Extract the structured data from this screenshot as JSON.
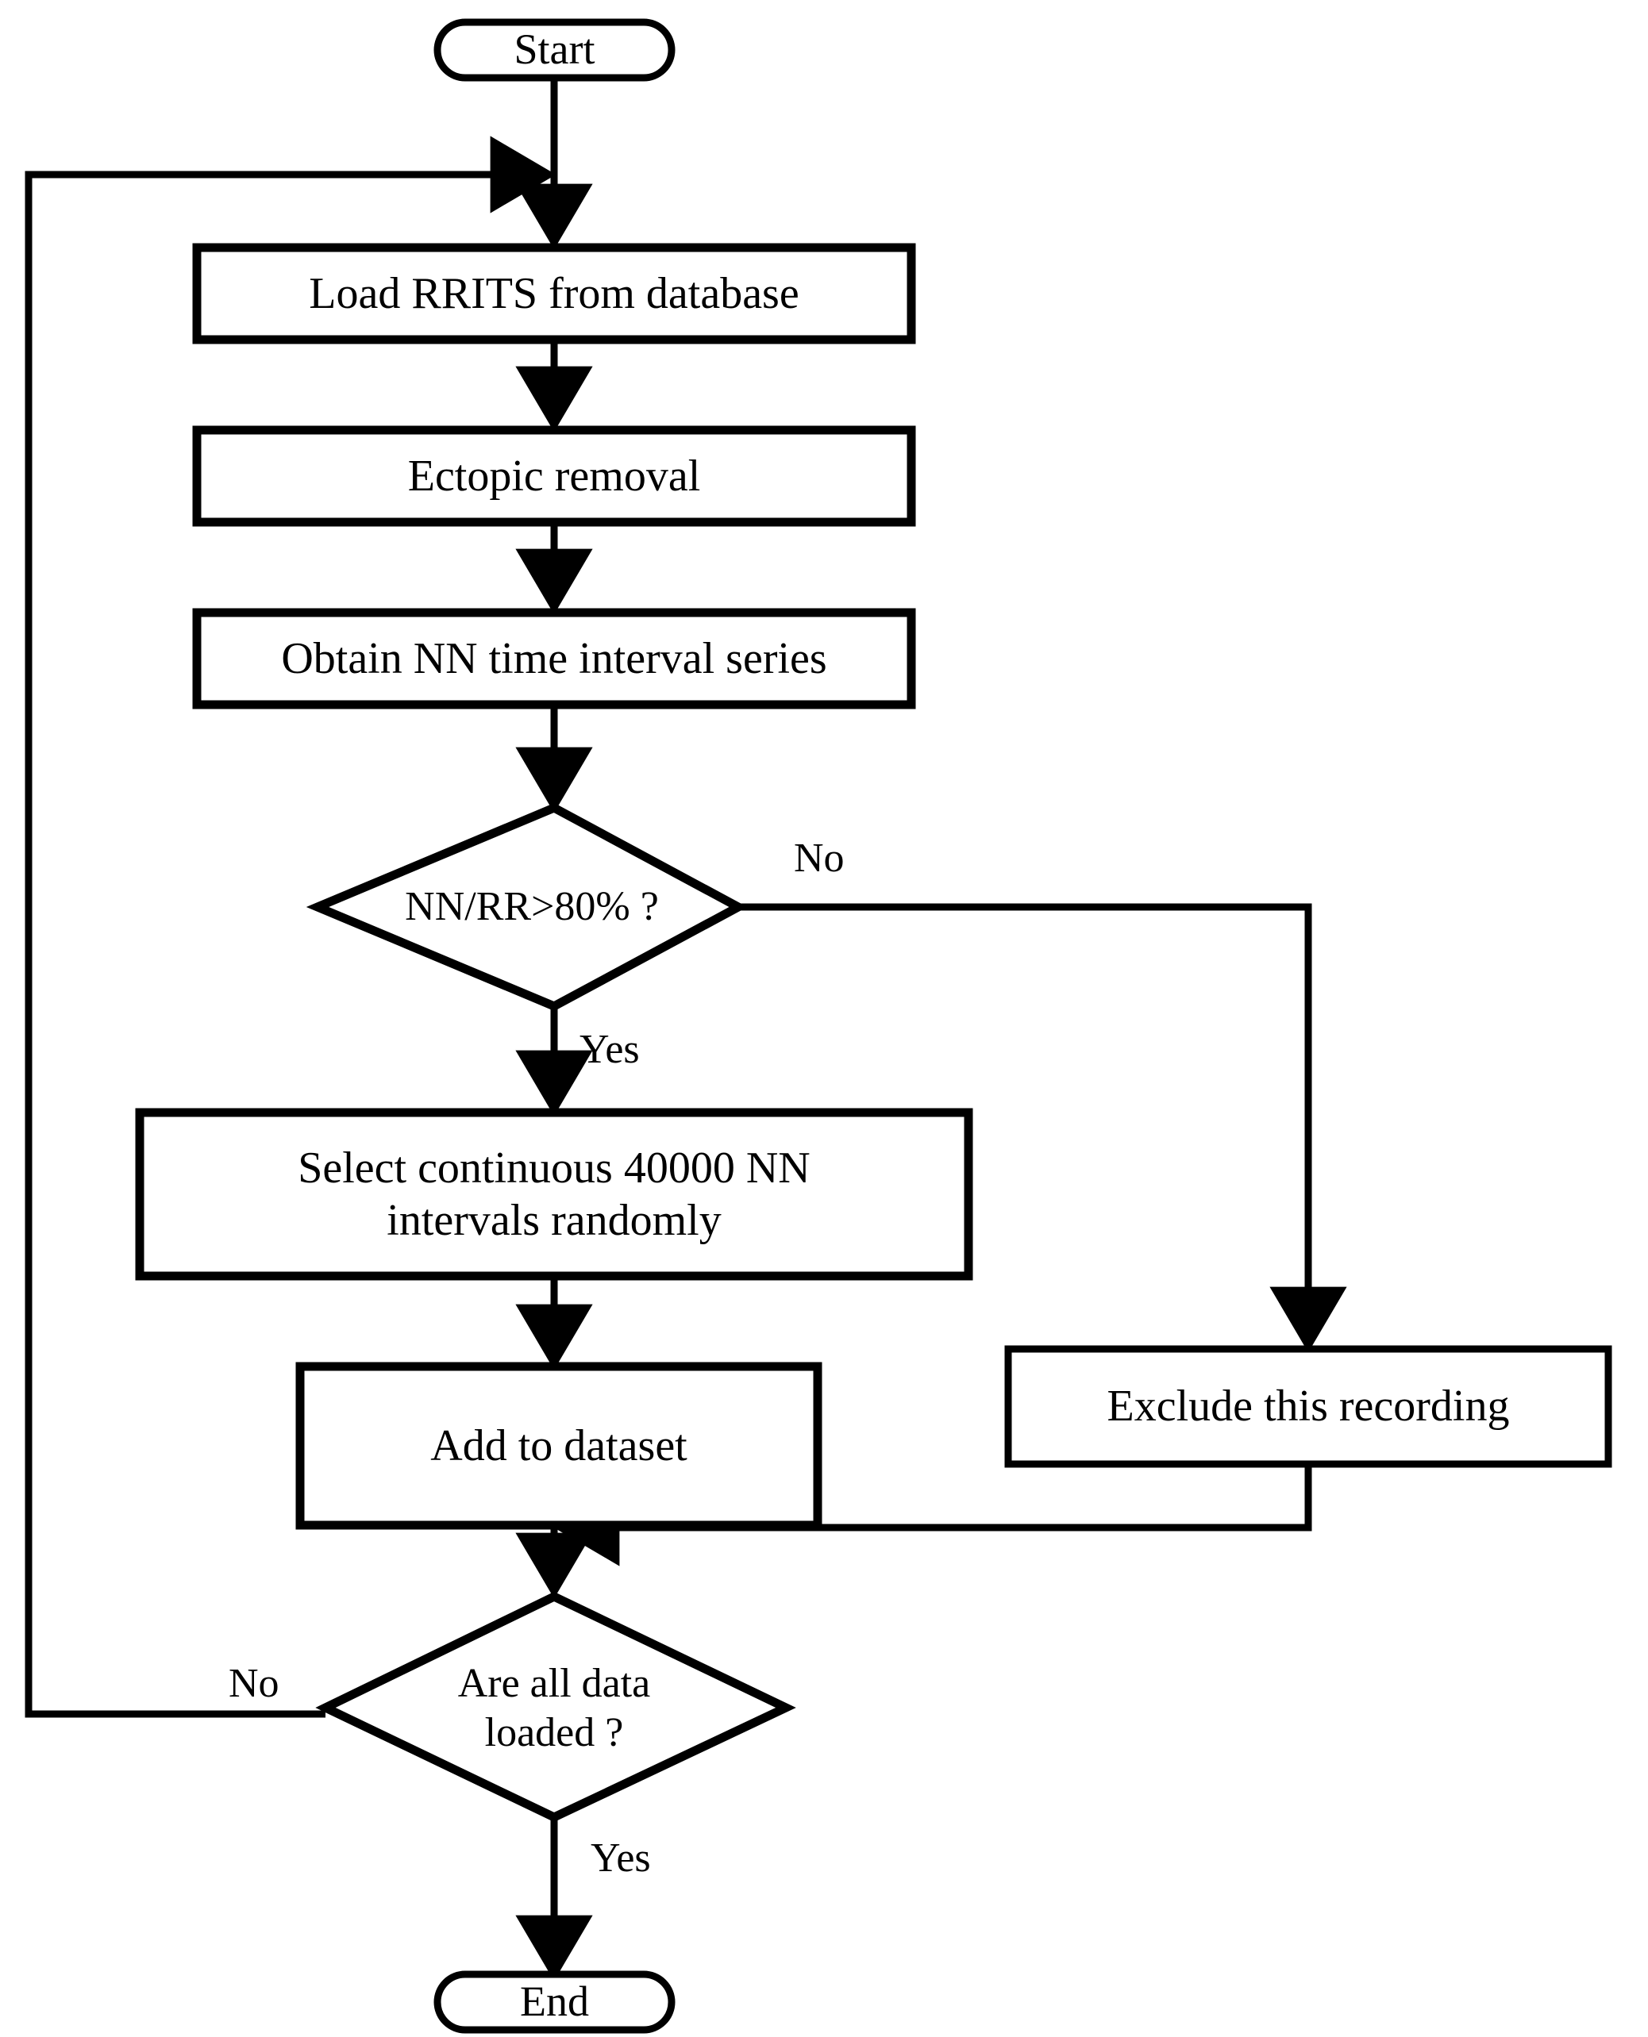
{
  "diagram": {
    "title": "RRITS dataset construction flowchart",
    "type": "flowchart",
    "stroke_color": "#000000",
    "fill_color": "#ffffff",
    "background": "#ffffff"
  },
  "nodes": {
    "start": {
      "label": "Start",
      "shape": "terminator"
    },
    "load": {
      "label": "Load RRITS from database",
      "shape": "process"
    },
    "ectopic": {
      "label": "Ectopic removal",
      "shape": "process"
    },
    "obtain": {
      "label": "Obtain NN time interval series",
      "shape": "process"
    },
    "ratio_decision": {
      "label": "NN/RR>80%  ?",
      "shape": "decision"
    },
    "select": {
      "label": "Select continuous 40000 NN\nintervals randomly",
      "shape": "process"
    },
    "add": {
      "label": "Add to dataset",
      "shape": "process"
    },
    "exclude": {
      "label": "Exclude this recording",
      "shape": "process"
    },
    "loaded_decision": {
      "label": "Are all data\nloaded ?",
      "shape": "decision"
    },
    "end": {
      "label": "End",
      "shape": "terminator"
    }
  },
  "edge_labels": {
    "ratio_no": "No",
    "ratio_yes": "Yes",
    "loaded_no": "No",
    "loaded_yes": "Yes"
  },
  "edges": [
    {
      "from": "start",
      "to": "load",
      "label": ""
    },
    {
      "from": "load",
      "to": "ectopic",
      "label": ""
    },
    {
      "from": "ectopic",
      "to": "obtain",
      "label": ""
    },
    {
      "from": "obtain",
      "to": "ratio_decision",
      "label": ""
    },
    {
      "from": "ratio_decision",
      "to": "select",
      "label": "Yes"
    },
    {
      "from": "ratio_decision",
      "to": "exclude",
      "label": "No"
    },
    {
      "from": "select",
      "to": "add",
      "label": ""
    },
    {
      "from": "add",
      "to": "loaded_decision",
      "label": ""
    },
    {
      "from": "exclude",
      "to": "loaded_decision",
      "label": ""
    },
    {
      "from": "loaded_decision",
      "to": "end",
      "label": "Yes"
    },
    {
      "from": "loaded_decision",
      "to": "load",
      "label": "No"
    }
  ]
}
